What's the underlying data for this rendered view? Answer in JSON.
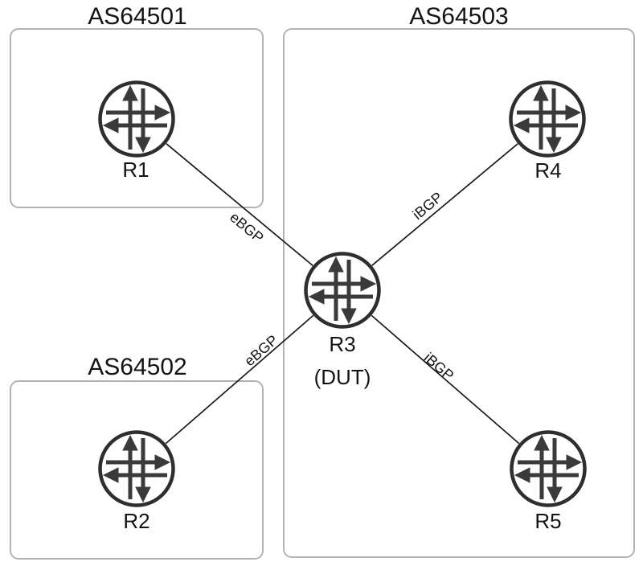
{
  "diagram": {
    "type": "bgp-network-topology",
    "colors": {
      "background": "#ffffff",
      "as_box_border": "#b3b3b3",
      "router_icon_stroke": "#2e2e2e",
      "link_line": "#1b1b1b",
      "text": "#141414"
    },
    "as_groups": [
      {
        "label": "AS64501"
      },
      {
        "label": "AS64502"
      },
      {
        "label": "AS64503"
      }
    ],
    "routers": [
      {
        "name": "R1",
        "as_group": "AS64501"
      },
      {
        "name": "R2",
        "as_group": "AS64502"
      },
      {
        "name": "R3",
        "sublabel": "(DUT)",
        "as_group": "AS64503"
      },
      {
        "name": "R4",
        "as_group": "AS64503"
      },
      {
        "name": "R5",
        "as_group": "AS64503"
      }
    ],
    "links": [
      {
        "from": "R1",
        "to": "R3",
        "label": "eBGP"
      },
      {
        "from": "R2",
        "to": "R3",
        "label": "eBGP"
      },
      {
        "from": "R3",
        "to": "R4",
        "label": "iBGP"
      },
      {
        "from": "R3",
        "to": "R5",
        "label": "iBGP"
      }
    ]
  }
}
